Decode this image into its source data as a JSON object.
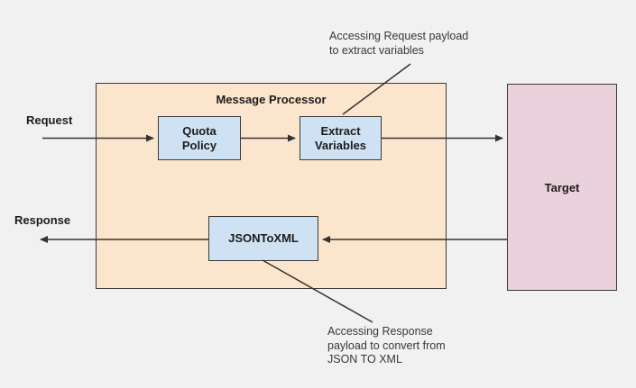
{
  "diagram": {
    "background": "#f1f1f2",
    "flow_labels": {
      "request": "Request",
      "response": "Response"
    },
    "message_processor": {
      "title": "Message Processor",
      "fill": "#fce5cd",
      "nodes": {
        "quota_policy": {
          "lines": [
            "Quota",
            "Policy"
          ],
          "fill": "#cfe2f3"
        },
        "extract_variables": {
          "lines": [
            "Extract",
            "Variables"
          ],
          "fill": "#cfe2f3"
        },
        "json_to_xml": {
          "label": "JSONToXML",
          "fill": "#cfe2f3"
        }
      }
    },
    "target": {
      "label": "Target",
      "fill": "#ead1dc"
    },
    "annotations": {
      "request_note": {
        "lines": [
          "Accessing Request payload",
          "to extract variables"
        ]
      },
      "response_note": {
        "lines": [
          "Accessing Response",
          "payload to convert from",
          "JSON TO XML"
        ]
      }
    },
    "colors": {
      "line": "#333333",
      "border": "#3a3a3a",
      "text": "#1c1c1c"
    }
  }
}
